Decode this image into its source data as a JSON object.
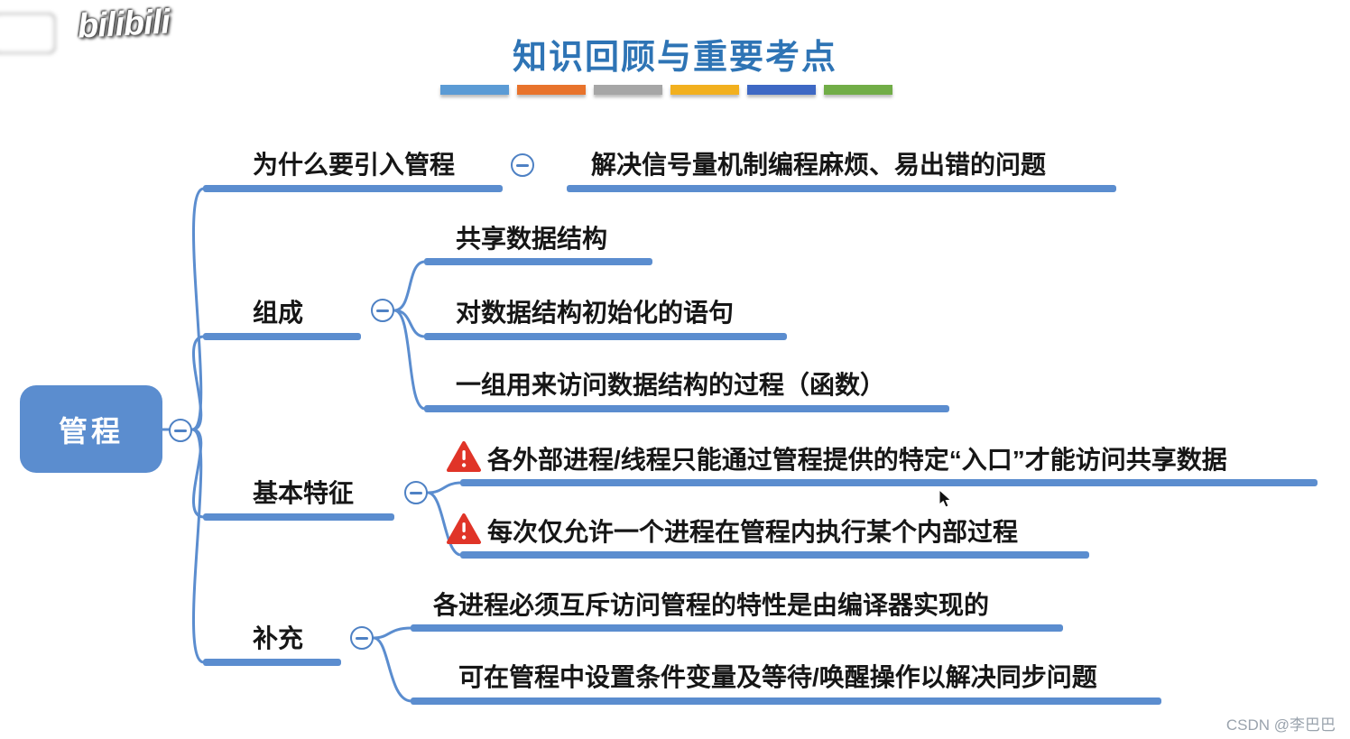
{
  "title": "知识回顾与重要考点",
  "watermarks": {
    "top_left": "bilibili",
    "bottom_right": "CSDN @李巴巴"
  },
  "palette_bars": [
    "#5B9BD5",
    "#E8732C",
    "#A6A6A6",
    "#F2B01E",
    "#3E68C4",
    "#71AD47"
  ],
  "colors": {
    "accent": "#5B8DCF",
    "title": "#2E74B5",
    "warning": "#E03428"
  },
  "mindmap": {
    "root": "管程",
    "branches": [
      {
        "label": "为什么要引入管程",
        "children": [
          {
            "text": "解决信号量机制编程麻烦、易出错的问题"
          }
        ]
      },
      {
        "label": "组成",
        "children": [
          {
            "text": "共享数据结构"
          },
          {
            "text": "对数据结构初始化的语句"
          },
          {
            "text": "一组用来访问数据结构的过程（函数）"
          }
        ]
      },
      {
        "label": "基本特征",
        "children": [
          {
            "text": "各外部进程/线程只能通过管程提供的特定“入口”才能访问共享数据",
            "warning": true
          },
          {
            "text": "每次仅允许一个进程在管程内执行某个内部过程",
            "warning": true
          }
        ]
      },
      {
        "label": "补充",
        "children": [
          {
            "text": "各进程必须互斥访问管程的特性是由编译器实现的"
          },
          {
            "text": "可在管程中设置条件变量及等待/唤醒操作以解决同步问题"
          }
        ]
      }
    ]
  }
}
